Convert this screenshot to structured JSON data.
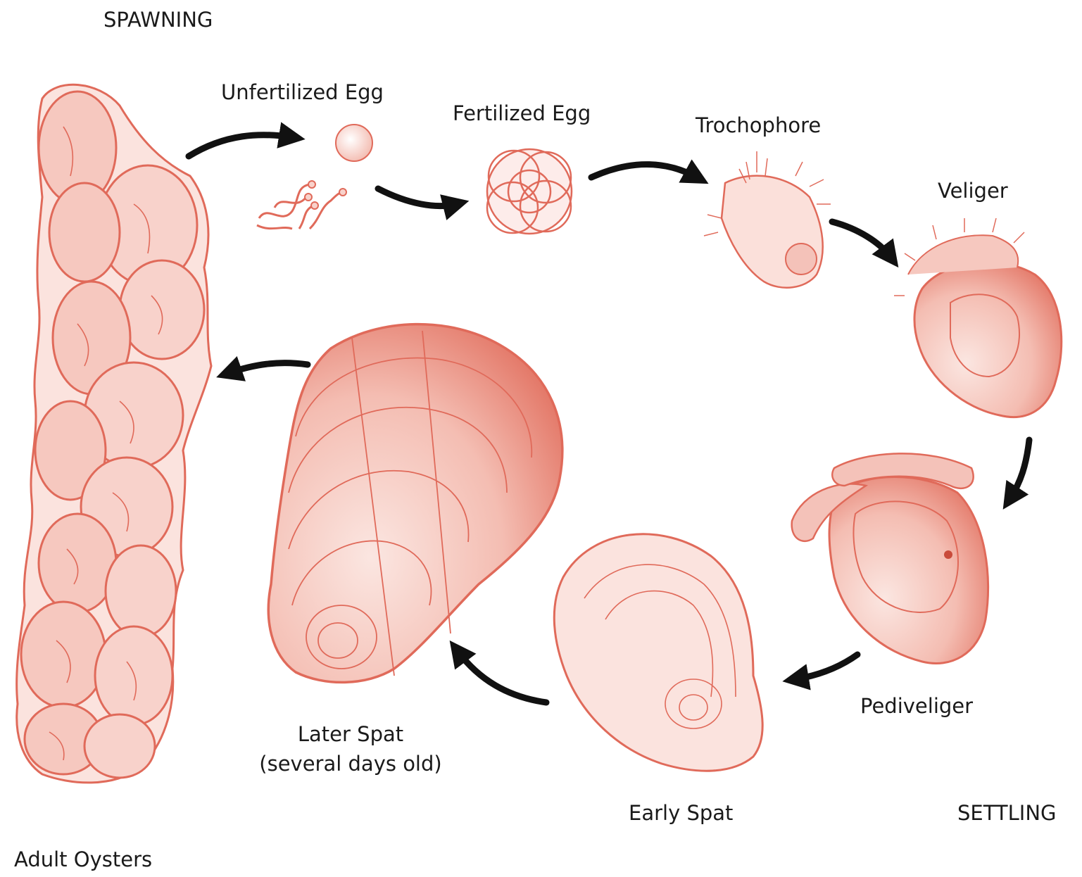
{
  "colors": {
    "drawing": "#e06a5a",
    "drawing_fill": "#f8d2cb",
    "arrow": "#111111",
    "text": "#1a1a1a"
  },
  "labels": {
    "spawning": "SPAWNING",
    "unfertilized_egg": "Unfertilized Egg",
    "fertilized_egg": "Fertilized Egg",
    "trochophore": "Trochophore",
    "veliger": "Veliger",
    "pediveliger": "Pediveliger",
    "early_spat": "Early Spat",
    "later_spat_line1": "Later Spat",
    "later_spat_line2": "(several days old)",
    "settling": "SETTLING",
    "adult_oysters": "Adult Oysters"
  }
}
